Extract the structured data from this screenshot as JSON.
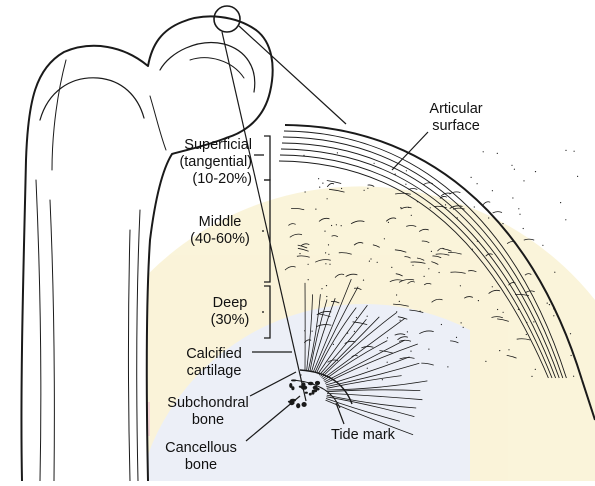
{
  "diagram": {
    "labels": {
      "articular": [
        "Articular",
        "surface"
      ],
      "superficial": [
        "Superficial",
        "(tangential)",
        "(10-20%)"
      ],
      "middle": [
        "Middle",
        "(40-60%)"
      ],
      "deep": [
        "Deep",
        "(30%)"
      ],
      "calcified": [
        "Calcified",
        "cartilage"
      ],
      "subchondral": [
        "Subchondral",
        "bone"
      ],
      "cancellous": [
        "Cancellous",
        "bone"
      ],
      "tide_mark": "Tide mark"
    },
    "colors": {
      "ink": "#1a1a1a",
      "watermark_yellow": "#f3e3a0",
      "watermark_blue": "#c7cfe6",
      "watermark_red": "#e9a3a3"
    }
  }
}
